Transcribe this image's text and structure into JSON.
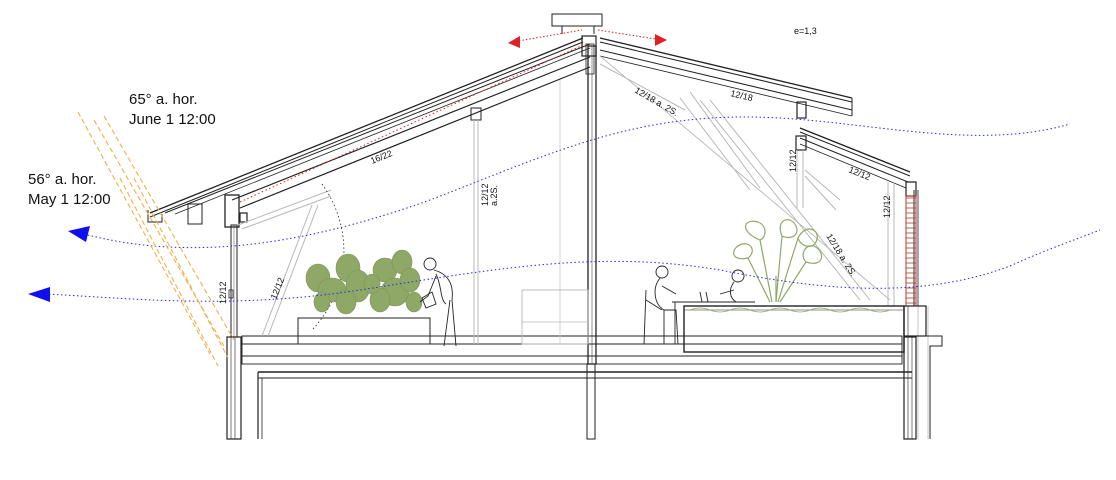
{
  "scale_label": "e=1,3",
  "sun": {
    "june": {
      "angle": "65° a. hor.",
      "date": "June 1 12:00"
    },
    "may": {
      "angle": "56° a. hor.",
      "date": "May 1 12:00"
    }
  },
  "member_labels": {
    "rafter_left": "16/22",
    "rafter_right_upper": "12/18",
    "strut_right": "12/18 a. 2S.",
    "rafter_right_lower": "12/12",
    "post_center": "12/12",
    "post_center_sub": "a.2S.",
    "brace_left": "12/12",
    "window_left": "12/12",
    "post_right_a": "12/12",
    "post_right_b": "12/12",
    "strut_right_lower": "12/18 a. 2S."
  },
  "colors": {
    "line": "#222222",
    "light_line": "#b8b8b8",
    "sun_ray": "#f2b04a",
    "airflow": "#2a2adf",
    "arrow_blue": "#1010ee",
    "vent_red": "#dd2222",
    "plant": "#8fa868",
    "brick": "#b23a2a"
  }
}
